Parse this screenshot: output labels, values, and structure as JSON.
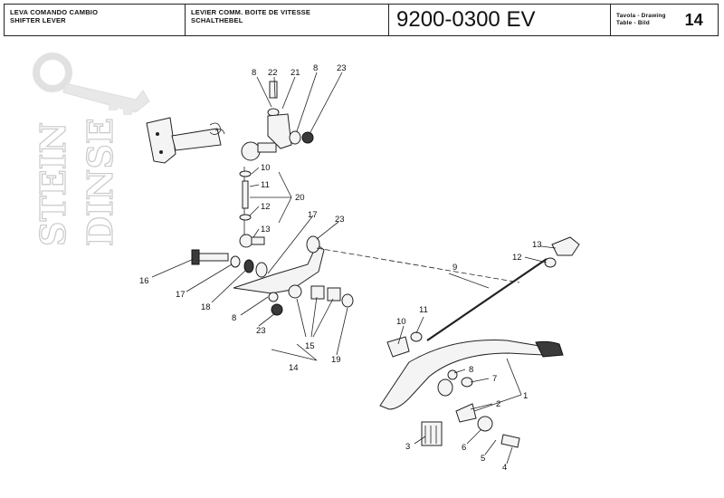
{
  "header": {
    "title_it": "LEVA COMANDO CAMBIO",
    "title_en": "SHIFTER LEVER",
    "title_fr": "LEVIER COMM. BOITE DE VITESSE",
    "title_de": "SCHALTHEBEL",
    "drawing_code": "9200-0300 EV",
    "table_label_1": "Tavola - Drawing",
    "table_label_2": "Table - Bild",
    "table_number": "14"
  },
  "watermark": {
    "line1": "STEIN",
    "line2": "DINSE"
  },
  "callouts": {
    "c8a": "8",
    "c22": "22",
    "c21": "21",
    "c8b": "8",
    "c23a": "23",
    "c10a": "10",
    "c11a": "11",
    "c20": "20",
    "c12a": "12",
    "c13a": "13",
    "c17a": "17",
    "c23b": "23",
    "c16": "16",
    "c17b": "17",
    "c18": "18",
    "c8c": "8",
    "c23c": "23",
    "c15": "15",
    "c14": "14",
    "c19": "19",
    "c9": "9",
    "c13b": "13",
    "c12b": "12",
    "c10b": "10",
    "c11b": "11",
    "c8d": "8",
    "c7": "7",
    "c1": "1",
    "c2": "2",
    "c3": "3",
    "c6": "6",
    "c5": "5",
    "c4": "4"
  }
}
